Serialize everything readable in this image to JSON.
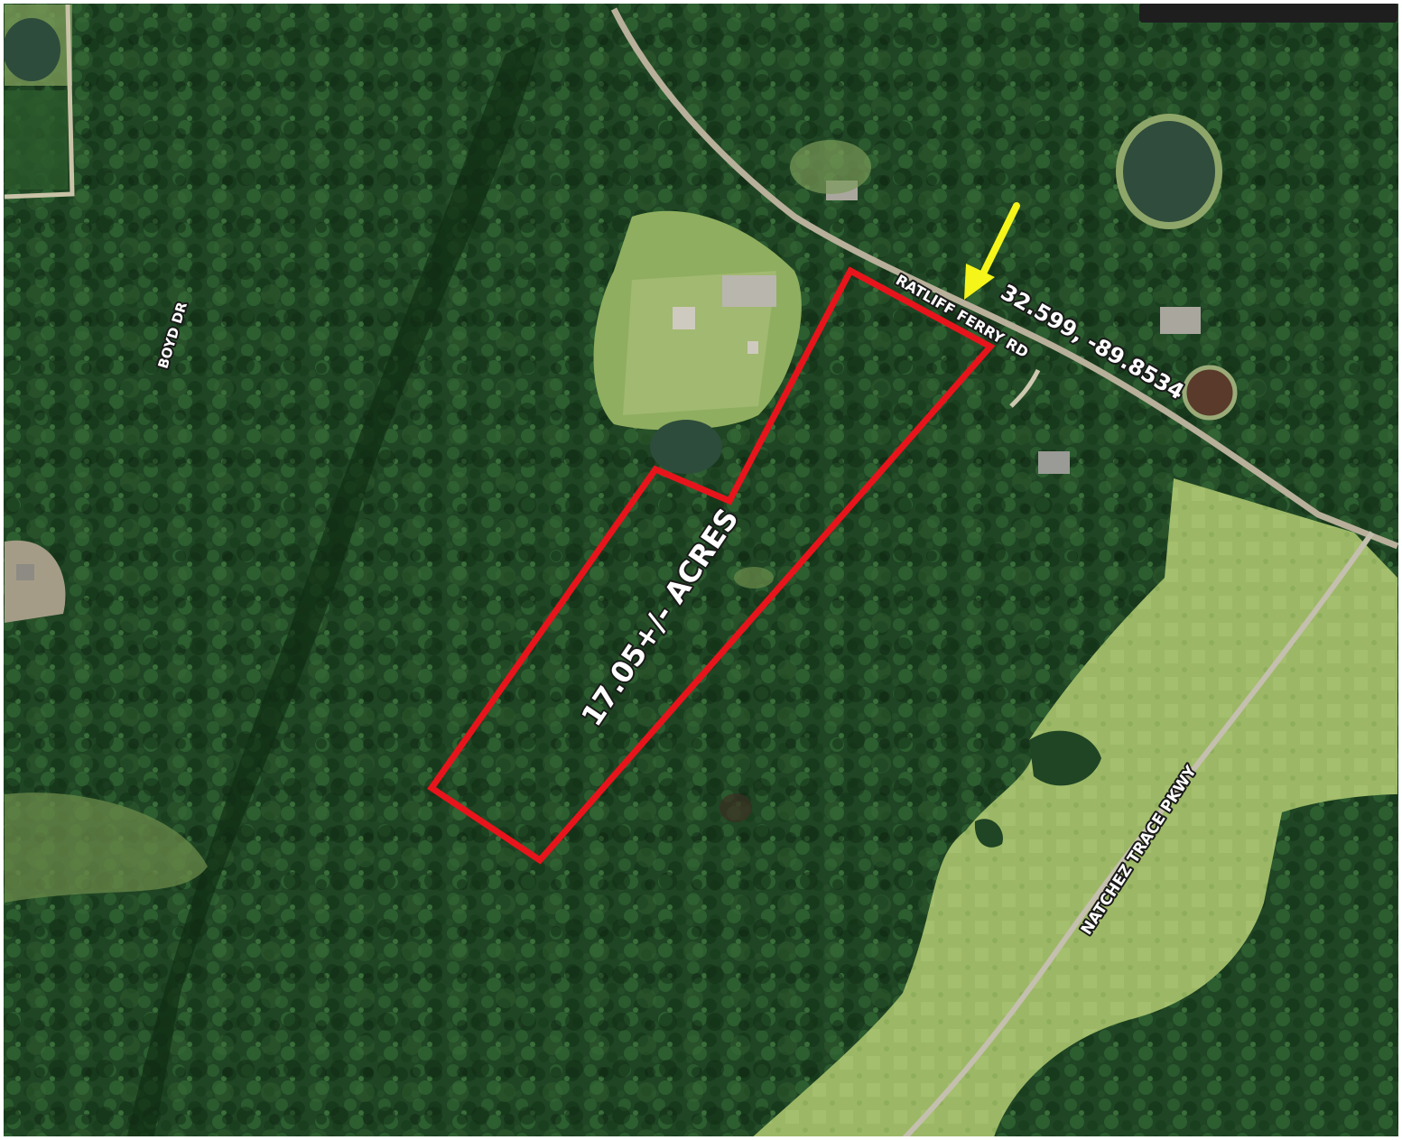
{
  "map": {
    "type": "aerial-satellite-parcel-map",
    "parcel": {
      "label": "17.05+/- ACRES",
      "boundary_color": "#e8141c"
    },
    "roads": {
      "ratliff_ferry": "RATLIFF FERRY RD",
      "boyd": "BOYD DR",
      "natchez_trace": "NATCHEZ TRACE PKWY"
    },
    "marker": {
      "coordinates": "32.599, -89.8534",
      "arrow_color": "#f5f51a",
      "icon": "arrow-pointer-icon"
    },
    "colors": {
      "forest": "#1f4524",
      "forest_dark": "#163619",
      "field": "#9cb866",
      "water": "#2c4a3a",
      "road": "#b8b09a"
    }
  }
}
